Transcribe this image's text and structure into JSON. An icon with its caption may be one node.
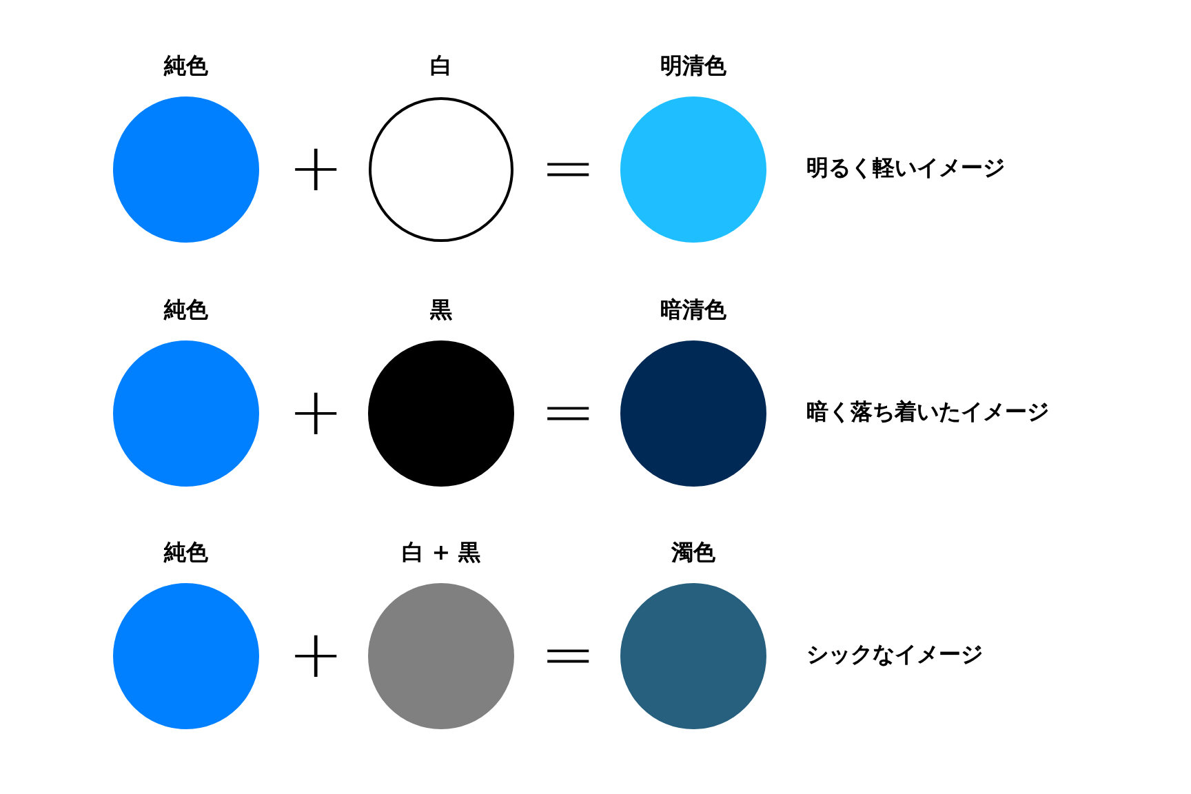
{
  "diagram": {
    "nodes": [
      {
        "text": [
          "純色"
        ]
      },
      {
        "text": [
          "白"
        ]
      },
      {
        "text": [
          "明清色"
        ],
        "beside": [
          "明るく軽いイメージ"
        ]
      },
      {
        "text": [
          "純色"
        ]
      },
      {
        "text": [
          "黒"
        ]
      },
      {
        "text": [
          "暗清色"
        ],
        "beside": [
          "暗く落ち着いたイメージ"
        ]
      },
      {
        "text": [
          "純色"
        ]
      },
      {
        "text": [
          "白 + 黒"
        ]
      },
      {
        "text": [
          "濁色"
        ],
        "beside": [
          "シックなイメージ"
        ]
      }
    ],
    "labels": [
      "+",
      "=",
      "+",
      "=",
      "+",
      "="
    ]
  }
}
